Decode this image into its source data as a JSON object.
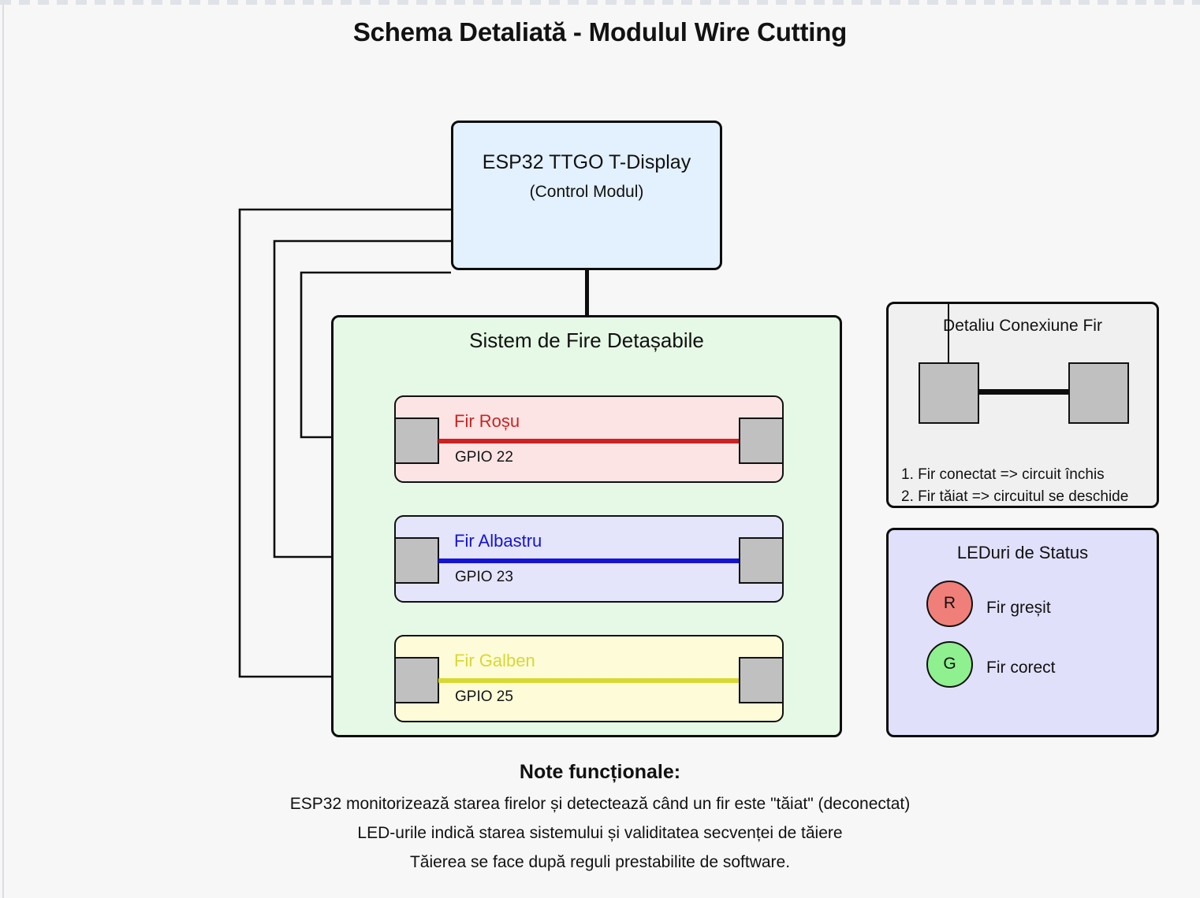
{
  "page": {
    "title": "Schema Detaliată - Modulul Wire Cutting",
    "background_color": "#f7f7f8"
  },
  "controller": {
    "name": "ESP32 TTGO T-Display",
    "subtitle": "(Control Modul)",
    "fill_color": "#e3f0fd",
    "border_color": "#0d0d0d"
  },
  "wire_system": {
    "title": "Sistem de Fire Detașabile",
    "fill_color": "#e6f8e6",
    "wires": [
      {
        "name": "Fir Roșu",
        "gpio": "GPIO 22",
        "color": "#cc2222",
        "fill_color": "#fce4e4",
        "connector_color": "#c0c0c0"
      },
      {
        "name": "Fir Albastru",
        "gpio": "GPIO 23",
        "color": "#1414d6",
        "fill_color": "#e4e4fb",
        "connector_color": "#c0c0c0"
      },
      {
        "name": "Fir Galben",
        "gpio": "GPIO 25",
        "color": "#d8d832",
        "fill_color": "#fdfbd8",
        "connector_color": "#c0c0c0"
      }
    ]
  },
  "detail_panel": {
    "title": "Detaliu Conexiune Fir",
    "fill_color": "#f0f0f0",
    "notes": [
      "1. Fir conectat => circuit închis",
      "2. Fir tăiat => circuitul se deschide"
    ]
  },
  "led_panel": {
    "title": "LEDuri de Status",
    "fill_color": "#e0e0fa",
    "leds": [
      {
        "letter": "R",
        "label": "Fir greșit",
        "color": "#ef7f78"
      },
      {
        "letter": "G",
        "label": "Fir corect",
        "color": "#8ef08e"
      }
    ]
  },
  "footer": {
    "heading": "Note funcționale:",
    "lines": [
      "ESP32 monitorizează starea firelor și detectează când un fir este \"tăiat\" (deconectat)",
      "LED-urile indică starea sistemului și validitatea secvenței de tăiere",
      "Tăierea se face după reguli prestabilite de software."
    ]
  }
}
